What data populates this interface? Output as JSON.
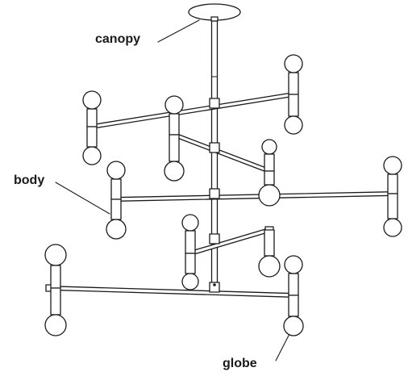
{
  "labels": {
    "canopy": "canopy",
    "body": "body",
    "globe": "globe"
  },
  "colors": {
    "stroke": "#1a1a1a",
    "fill": "#ffffff",
    "text": "#1a1a1a"
  }
}
